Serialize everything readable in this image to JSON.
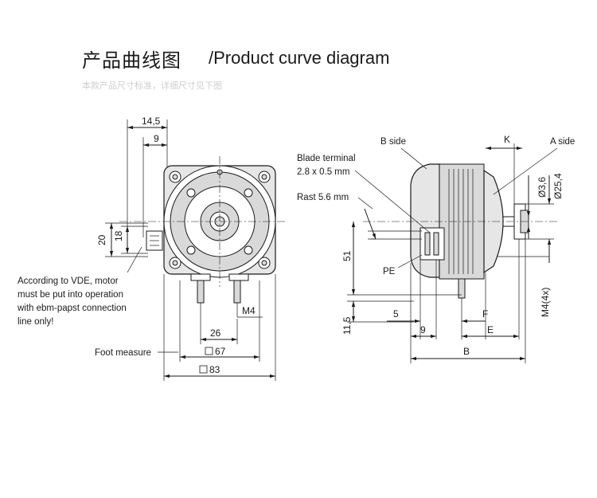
{
  "header": {
    "title_cn": "产品曲线图",
    "title_en": "/Product curve diagram",
    "subtitle": "本款产品尺寸标准，详细尺寸见下图"
  },
  "front_view": {
    "dim_14_5": "14,5",
    "dim_9": "9",
    "dim_20": "20",
    "dim_18": "18",
    "dim_m4": "M4",
    "dim_26": "26",
    "dim_67": "67",
    "dim_83": "83",
    "note_vde": [
      "According to VDE, motor",
      "must be put into operation",
      "with ebm-papst connection",
      "line only!"
    ],
    "foot_measure": "Foot measure"
  },
  "side_view": {
    "b_side": "B side",
    "a_side": "A side",
    "k": "K",
    "blade_terminal": [
      "Blade terminal",
      "2.8 x 0.5 mm"
    ],
    "rast": "Rast 5.6 mm",
    "pe": "PE",
    "dim_3_6": "Ø3,6",
    "dim_25_4": "Ø25,4",
    "dim_51": "51",
    "dim_11_5": "11,5",
    "dim_5": "5",
    "dim_9": "9",
    "dim_f": "F",
    "dim_e": "E",
    "dim_b": "B",
    "dim_m4x": "M4(4x)"
  }
}
